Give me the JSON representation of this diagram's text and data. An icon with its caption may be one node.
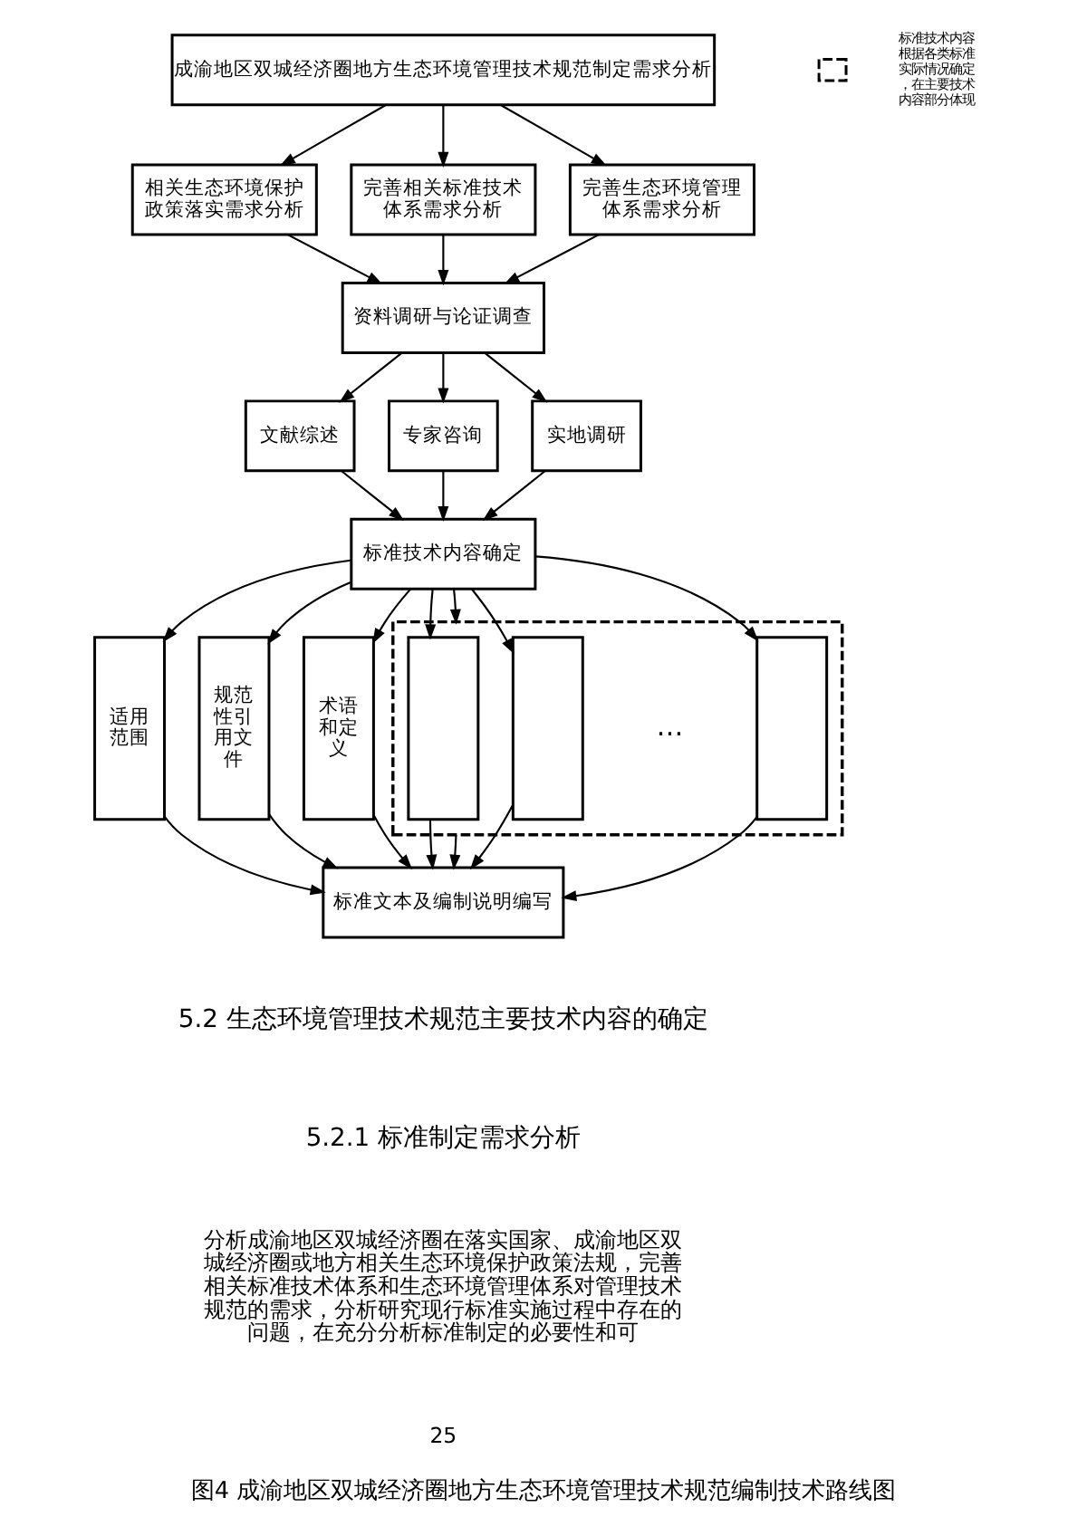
{
  "diagram": {
    "caption": "图4 成渝地区双城经济圈地方生态环境管理技术规范编制技术路线图",
    "nodes": [
      {
        "text": [
          "成渝地区双城经济圈地方生态环境管理技术规范制定需求分析"
        ]
      },
      {
        "text": [
          "相关生态环境保护政策落实需求分析"
        ]
      },
      {
        "text": [
          "完善相关标准技术体系需求分析"
        ]
      },
      {
        "text": [
          "完善生态环境管理体系需求分析"
        ]
      },
      {
        "text": [
          "资料调研与论证调查"
        ]
      },
      {
        "text": [
          "文献综述"
        ]
      },
      {
        "text": [
          "专家咨询"
        ]
      },
      {
        "text": [
          "实地调研"
        ]
      },
      {
        "text": [
          "标准技术内容确定"
        ]
      },
      {
        "text": [
          "适用范围"
        ]
      },
      {
        "text": [
          "规范性引用文件"
        ]
      },
      {
        "text": [
          "术语和定义"
        ]
      },
      {
        "text": [],
        "shape": "box"
      },
      {
        "text": [],
        "shape": "box",
        "in": 12
      },
      {
        "text": [],
        "shape": "box",
        "in": 12
      },
      {
        "text": [],
        "shape": "box",
        "in": 12
      },
      {
        "text": [
          "标准文本及编制说明编写"
        ]
      }
    ],
    "edges": [
      {
        "from": 0,
        "to": 1,
        "arrow": "to"
      },
      {
        "from": 0,
        "to": 2,
        "arrow": "to"
      },
      {
        "from": 0,
        "to": 3,
        "arrow": "to"
      },
      {
        "from": 1,
        "to": 4,
        "arrow": "to"
      },
      {
        "from": 2,
        "to": 4,
        "arrow": "to"
      },
      {
        "from": 3,
        "to": 4,
        "arrow": "to"
      },
      {
        "from": 4,
        "to": 5,
        "arrow": "to"
      },
      {
        "from": 4,
        "to": 6,
        "arrow": "to"
      },
      {
        "from": 4,
        "to": 7,
        "arrow": "to"
      },
      {
        "from": 5,
        "to": 8,
        "arrow": "to"
      },
      {
        "from": 6,
        "to": 8,
        "arrow": "to"
      },
      {
        "from": 7,
        "to": 8,
        "arrow": "to"
      },
      {
        "from": 8,
        "to": 9,
        "arrow": "to"
      },
      {
        "from": 8,
        "to": 10,
        "arrow": "to"
      },
      {
        "from": 8,
        "to": 11,
        "arrow": "to"
      },
      {
        "from": 8,
        "to": 13,
        "arrow": "to"
      },
      {
        "from": 8,
        "to": 14,
        "arrow": "to"
      },
      {
        "from": 8,
        "to": 12,
        "arrow": "to"
      },
      {
        "from": 8,
        "to": 15,
        "arrow": "to"
      },
      {
        "from": 9,
        "to": 16,
        "arrow": "to"
      },
      {
        "from": 10,
        "to": 16,
        "arrow": "to"
      },
      {
        "from": 11,
        "to": 16,
        "arrow": "to"
      },
      {
        "from": 13,
        "to": 16,
        "arrow": "to"
      },
      {
        "from": 14,
        "to": 16,
        "arrow": "to"
      },
      {
        "from": 12,
        "to": 16,
        "arrow": "to"
      },
      {
        "from": 15,
        "to": 16,
        "arrow": "to"
      }
    ],
    "labels": [
      "…",
      "5.2 生态环境管理技术规范主要技术内容的确定",
      "5.2.1 标准制定需求分析",
      "分析成渝地区双城经济圈在落实国家、成渝地区双城经济圈或地方相关生态环境保护政策法规，完善相关标准技术体系和生态环境管理体系对管理技术规范的需求，分析研究现行标准实施过程中存在的问题，在充分分析标准制定的必要性和可",
      "25"
    ],
    "legend": [
      {
        "text": "标准技术内容根据各类标准实际情况确定，在主要技术内容部分体现"
      }
    ]
  }
}
